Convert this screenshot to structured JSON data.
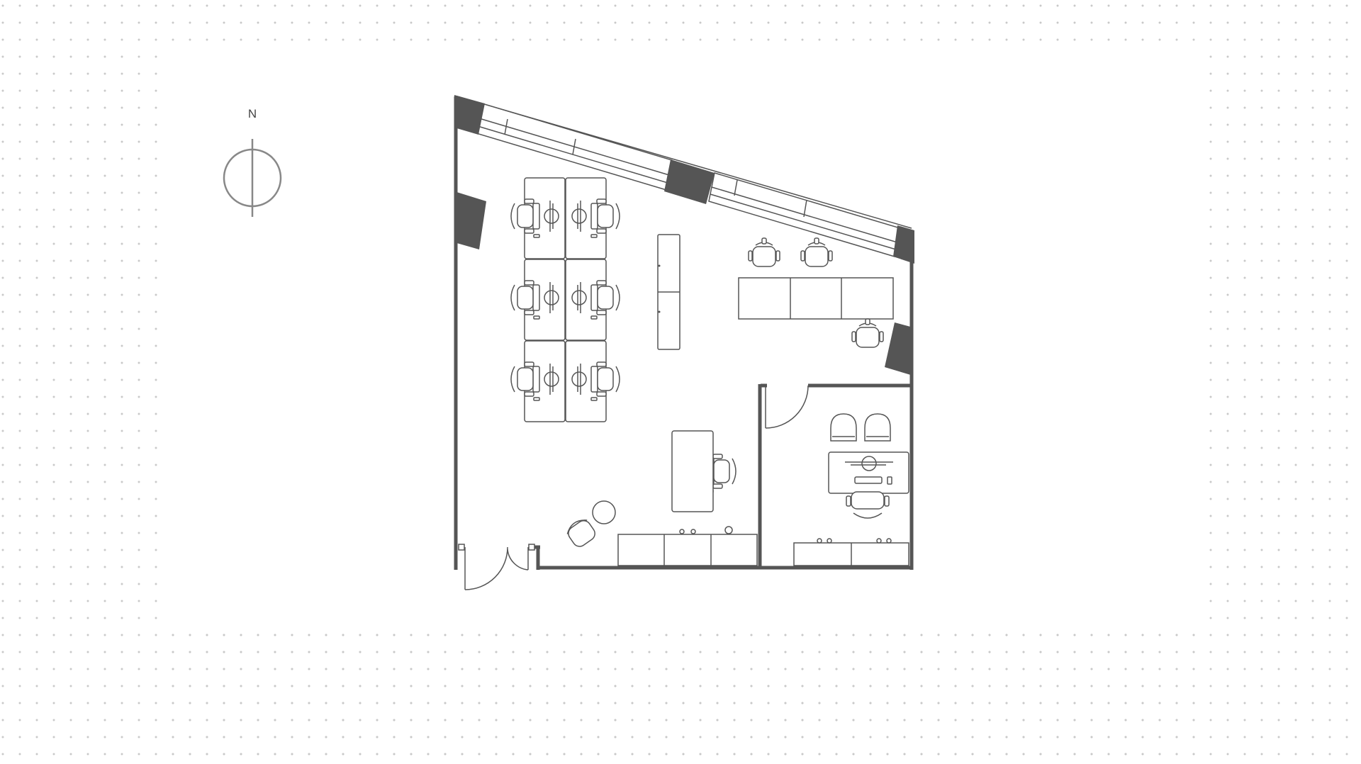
{
  "compass": {
    "label": "N",
    "icon": "north-arrow-icon"
  },
  "colors": {
    "wall": "#555555",
    "line": "#555555",
    "dot_grid": "#c9c9c9",
    "background": "#ffffff"
  },
  "plan": {
    "open_office": {
      "desk_clusters": 1,
      "workstations_in_cluster": 6,
      "single_desks": 1,
      "lounge_chairs": 1,
      "side_tables": 1
    },
    "meeting_area": {
      "counter_segments": 3,
      "chairs": 3
    },
    "private_office": {
      "desks": 1,
      "chairs": 3
    }
  }
}
